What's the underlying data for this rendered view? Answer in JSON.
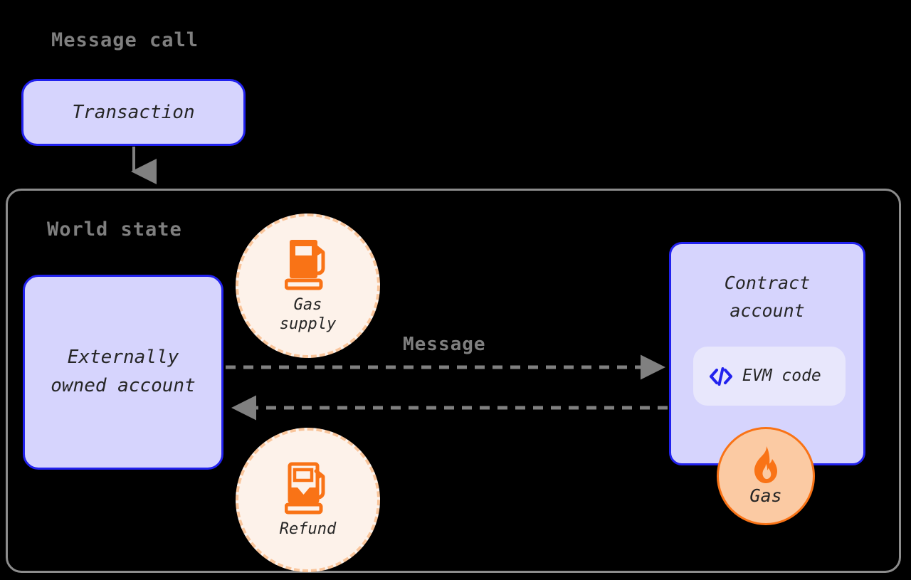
{
  "diagram": {
    "title": "Message call",
    "background_color": "#000000"
  },
  "labels": {
    "message_call": "Message call",
    "world_state": "World state",
    "message": "Message"
  },
  "nodes": {
    "transaction": {
      "label": "Transaction"
    },
    "externally_owned_account": {
      "line1": "Externally",
      "line2": "owned account"
    },
    "contract_account": {
      "line1": "Contract",
      "line2": "account",
      "evm_code_label": "EVM code"
    },
    "gas_supply": {
      "line1": "Gas",
      "line2": "supply"
    },
    "refund": {
      "label": "Refund"
    },
    "gas": {
      "label": "Gas"
    }
  },
  "icons": {
    "gas_pump_full": "gas-pump-full-icon",
    "gas_pump_partial": "gas-pump-partial-icon",
    "flame": "flame-icon",
    "code": "code-brackets-icon"
  },
  "colors": {
    "background": "#000000",
    "lavender_fill": "#d6d4fd",
    "lavender_border": "#2222ee",
    "chip_fill": "#e8e7fc",
    "orange": "#f97316",
    "orange_soft": "#fbcaa3",
    "orange_dashed_border": "#f9c59b",
    "cream_fill": "#fdf2ea",
    "gray_text": "#7f7f7f",
    "gray_line": "#8c8c8c",
    "arrow_gray": "#808080",
    "body_text": "#262626"
  }
}
